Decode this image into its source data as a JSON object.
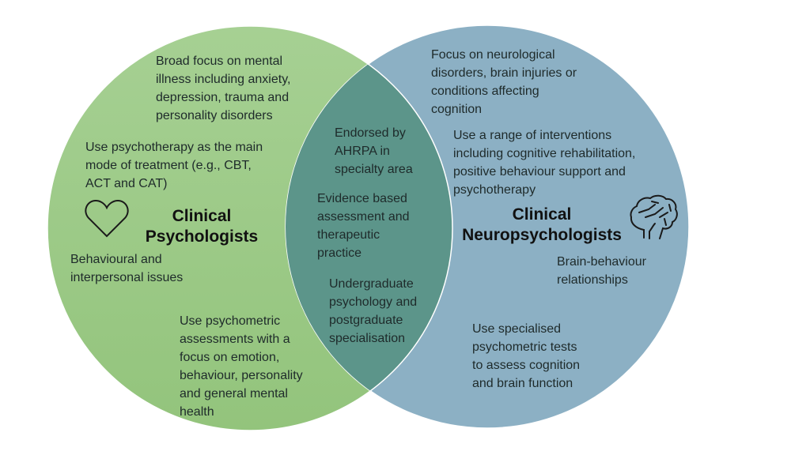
{
  "colors": {
    "left": "#9dca86",
    "right": "#8cb0c4",
    "overlap": "#5c958a",
    "outline": "#ffffff"
  },
  "left": {
    "title": "Clinical\nPsychologists",
    "icon": "heart-icon",
    "items": [
      "Broad focus on mental\nillness including anxiety,\ndepression, trauma and\npersonality disorders",
      "Use psychotherapy as the main\nmode of treatment (e.g., CBT,\nACT and CAT)",
      "Behavioural and\ninterpersonal issues",
      "Use psychometric\nassessments with a\nfocus on emotion,\nbehaviour, personality\nand general mental\nhealth"
    ]
  },
  "overlap": {
    "items": [
      "Endorsed by\nAHRPA in\nspecialty area",
      "Evidence based\nassessment and\ntherapeutic\npractice",
      "Undergraduate\npsychology and\npostgraduate\nspecialisation"
    ]
  },
  "right": {
    "title": "Clinical\nNeuropsychologists",
    "icon": "brain-icon",
    "items": [
      "Focus on neurological\ndisorders, brain injuries or\nconditions affecting\ncognition",
      "Use a range of interventions\nincluding cognitive rehabilitation,\npositive behaviour support and\npsychotherapy",
      "Brain-behaviour\nrelationships",
      "Use specialised\npsychometric tests\nto assess cognition\nand brain function"
    ]
  }
}
